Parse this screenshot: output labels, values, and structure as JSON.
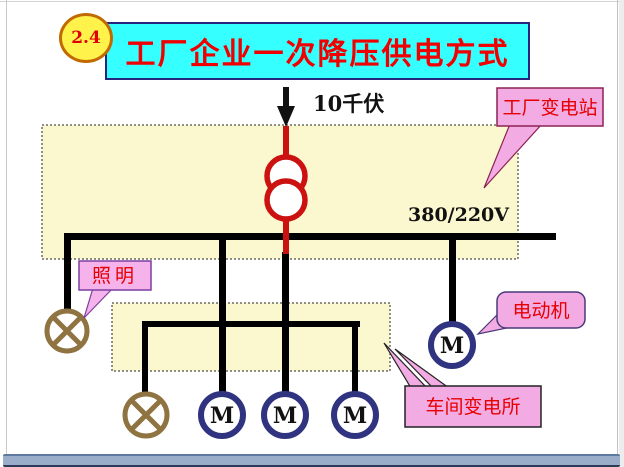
{
  "slide": {
    "badge": "2.4",
    "title": "工厂企业一次降压供电方式"
  },
  "diagram": {
    "incoming_voltage": "10千伏",
    "bus_voltage": "380/220V",
    "motor_letter": "M",
    "callouts": {
      "factory_substation": "工厂变电站",
      "lighting": "照明",
      "motor": "电动机",
      "workshop_substation": "车间变电所"
    }
  },
  "colors": {
    "title_bg": "#35ffff",
    "title_text": "#f00000",
    "badge_bg": "#fff24b",
    "badge_border": "#c26a00",
    "substation_box_bg": "#fbf8d0",
    "callout_bg": "#f3abe4",
    "callout_text": "#e60000",
    "hv_line_red": "#cc1111",
    "lv_line_black": "#000000",
    "motor_ring": "#2f3380",
    "lamp_brown": "#8f7340",
    "footer_bar": "#9aaec9"
  }
}
